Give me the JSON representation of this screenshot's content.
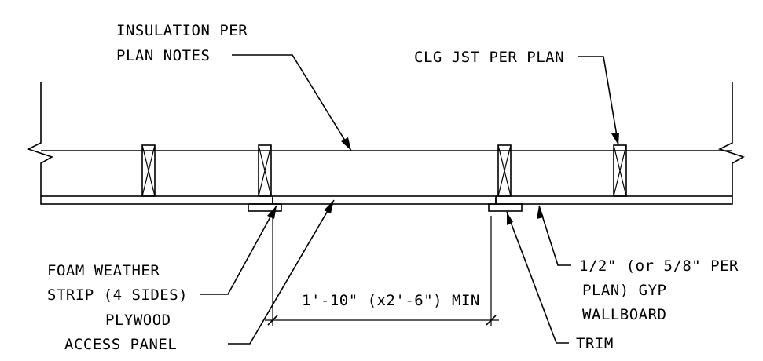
{
  "labels": {
    "insulation_line1": "INSULATION PER",
    "insulation_line2": "PLAN NOTES",
    "joist": "CLG JST PER PLAN",
    "weather_line1": "FOAM WEATHER",
    "weather_line2": "STRIP (4 SIDES)",
    "dimension": "1'-10\" (x2'-6\") MIN",
    "plywood_line1": "PLYWOOD",
    "plywood_line2": "ACCESS PANEL",
    "gyp_line1": "1/2\" (or 5/8\" PER",
    "gyp_line2": "PLAN) GYP",
    "gyp_line3": "WALLBOARD",
    "trim": "TRIM"
  },
  "colors": {
    "line": "#000000",
    "background": "#ffffff"
  }
}
